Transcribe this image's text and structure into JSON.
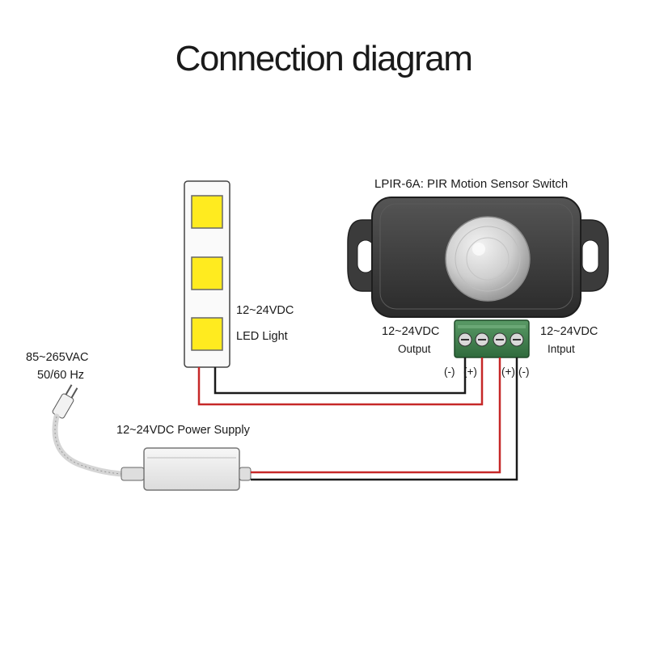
{
  "title": "Connection diagram",
  "sensor": {
    "title": "LPIR-6A: PIR Motion Sensor Switch",
    "output_voltage": "12~24VDC",
    "output_label": "Output",
    "input_voltage": "12~24VDC",
    "input_label": "Intput",
    "pins": [
      "(-)",
      "(+)",
      "(+)",
      "(-)"
    ]
  },
  "led": {
    "voltage": "12~24VDC",
    "label": "LED Light"
  },
  "mains": {
    "voltage": "85~265VAC",
    "frequency": "50/60 Hz"
  },
  "power_supply": {
    "label": "12~24VDC Power Supply"
  },
  "colors": {
    "wire_red": "#c62828",
    "wire_black": "#1a1a1a",
    "terminal_green": "#3d7a4a",
    "led_yellow": "#ffeb1f",
    "sensor_body": "#3b3b3b"
  }
}
